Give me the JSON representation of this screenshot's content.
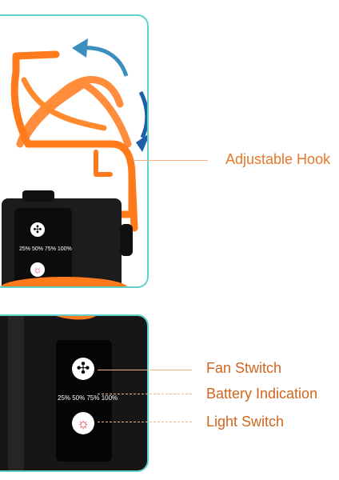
{
  "colors": {
    "accent_teal": "#5fd1c8",
    "hook_orange": "#ff7a1a",
    "arrow_teal": "#3a8fbd",
    "arrow_blue": "#1f5fa8",
    "body_black": "#1c1c1c",
    "label_orange": "#e8772a",
    "label_dark_orange": "#d0661e",
    "line_orange": "#f3b48a"
  },
  "callouts": {
    "hook": "Adjustable Hook",
    "fan": "Fan Stwitch",
    "battery": "Battery Indication",
    "light": "Light Switch"
  },
  "device_panels": {
    "battery_scale_top": "25% 50% 75% 100%",
    "battery_scale_bottom": "25% 50% 75% 100%"
  },
  "icons": {
    "fan": "fan-icon",
    "light": "light-bulb-icon",
    "rotate_arrows": "rotate-arrow-icon"
  }
}
